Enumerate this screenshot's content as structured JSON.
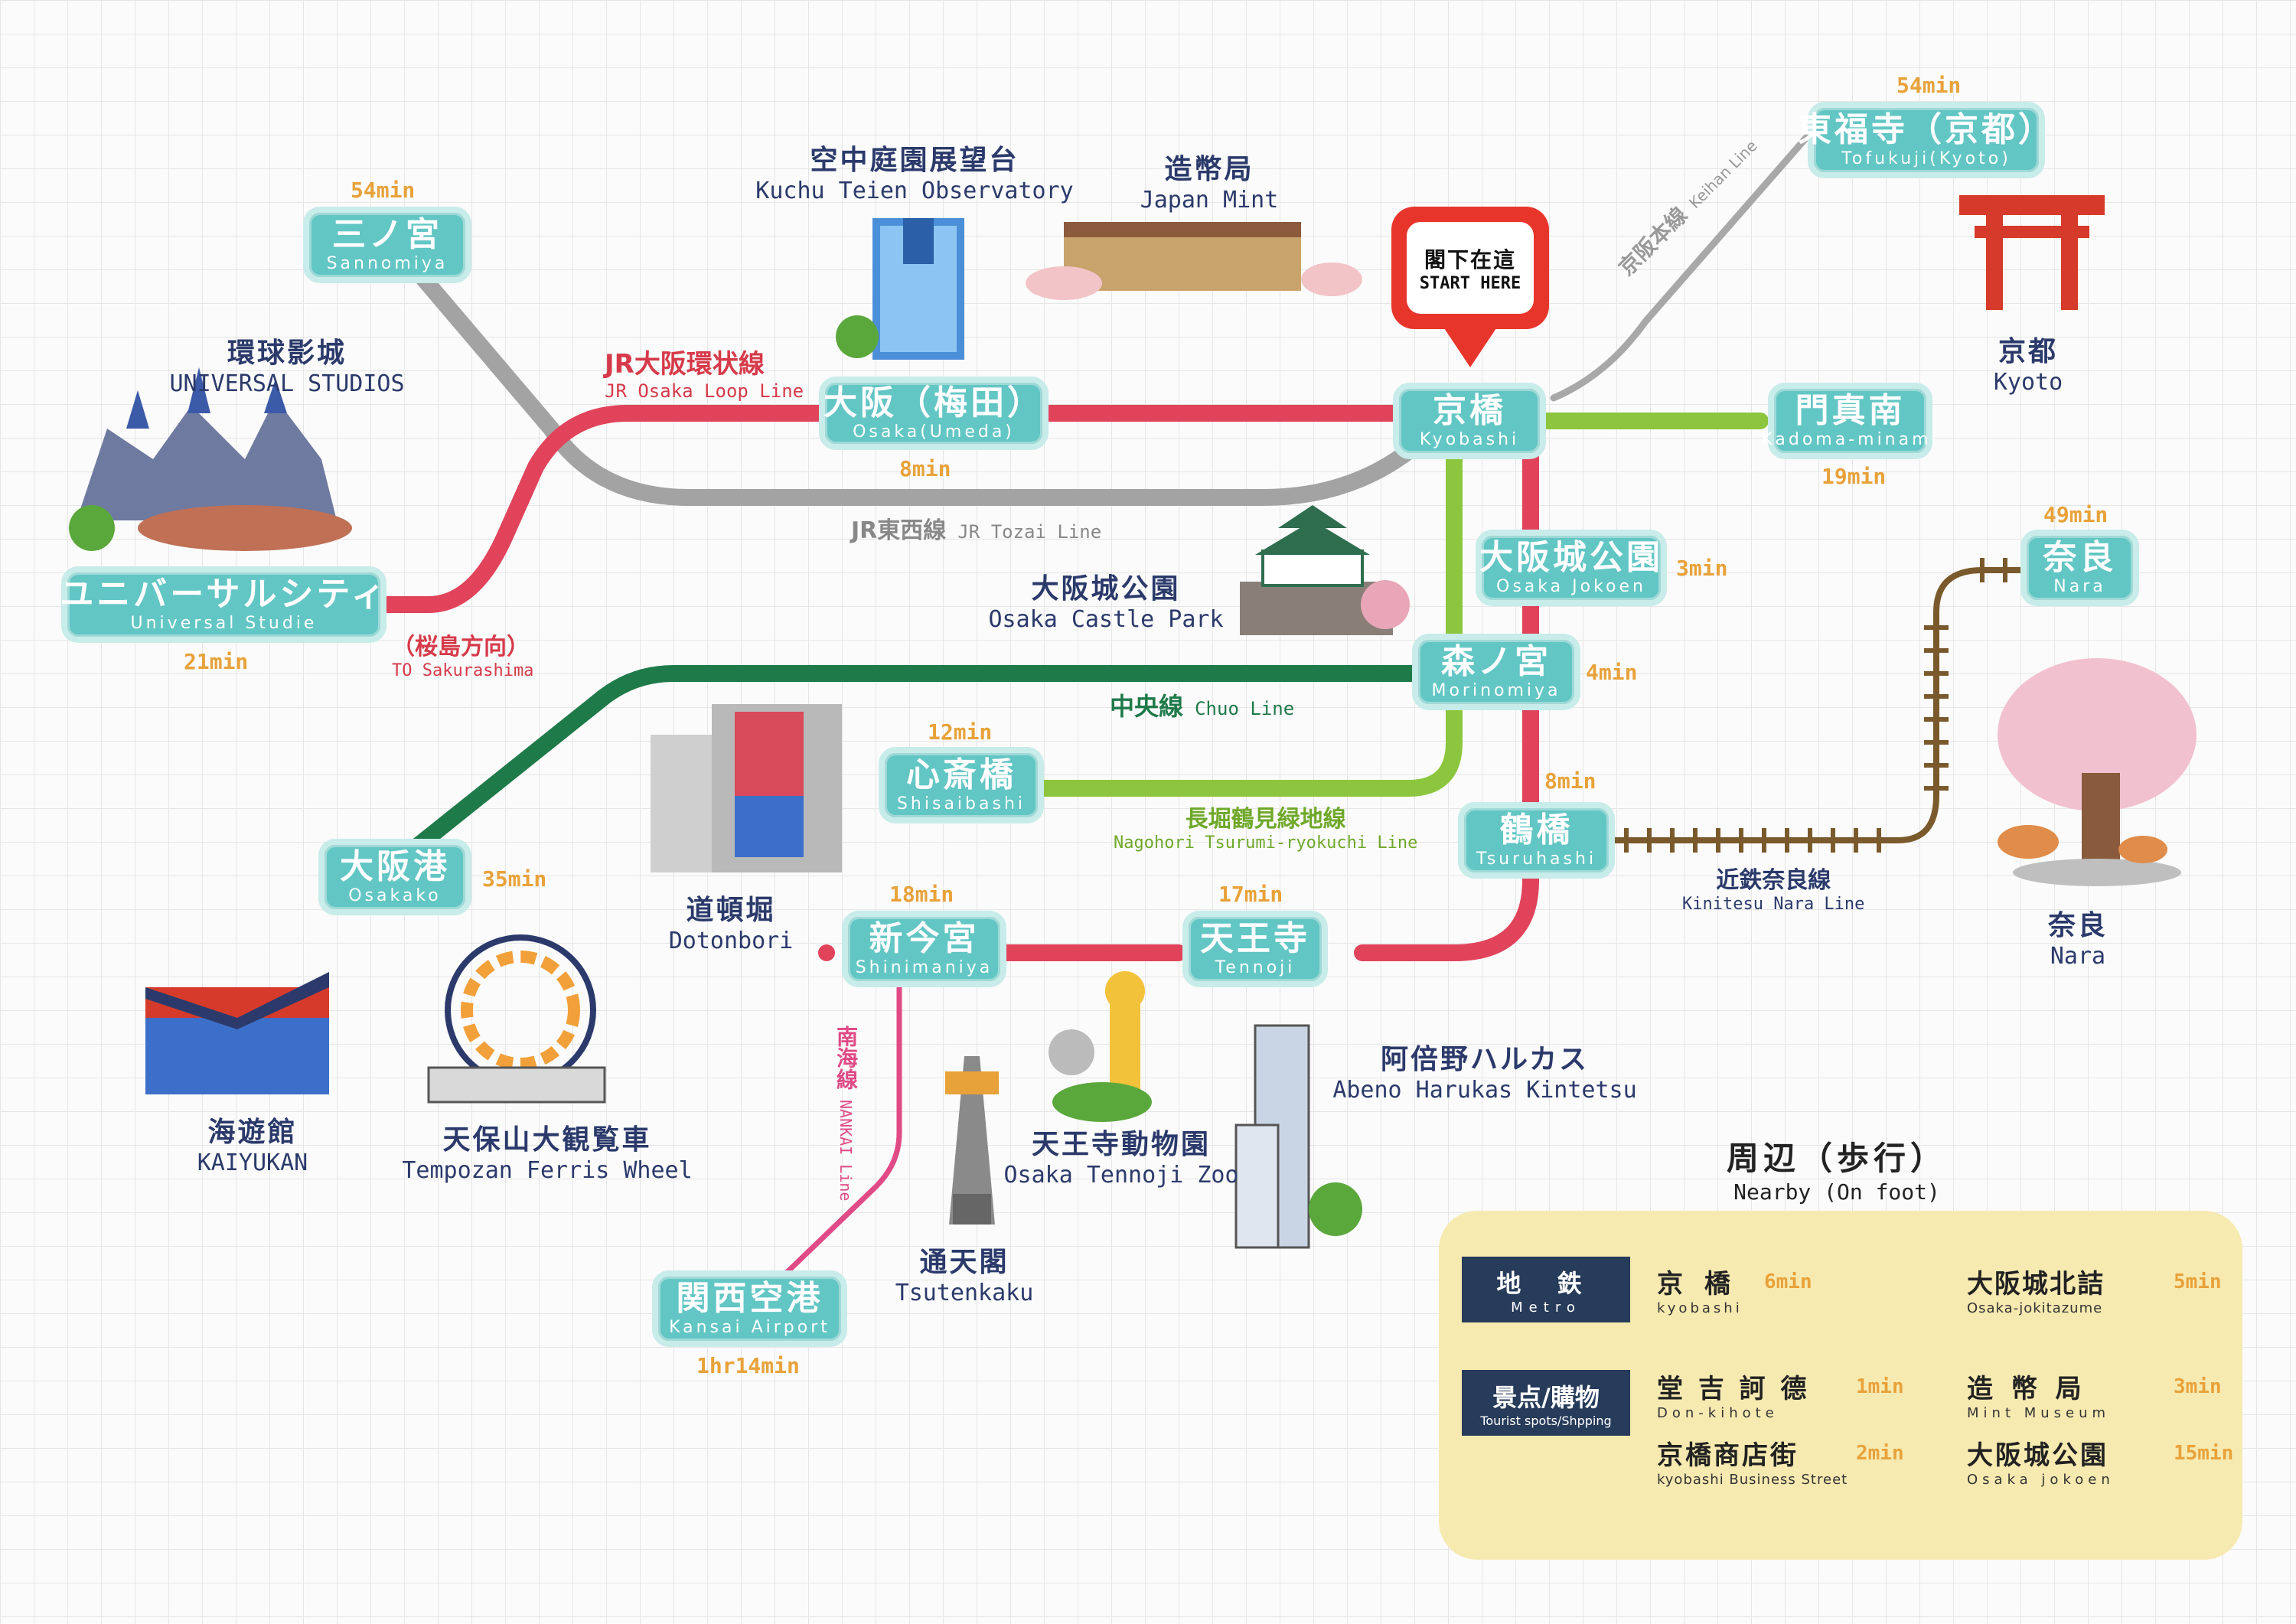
{
  "map": {
    "start_pin": {
      "jp": "閣下在這",
      "en": "START HERE"
    },
    "lines": {
      "jr_loop": {
        "jp": "JR大阪環状線",
        "en": "JR Osaka Loop Line",
        "color": "#e0435a"
      },
      "jr_tozai": {
        "jp": "JR東西線",
        "en": "JR Tozai Line",
        "color": "#a3a3a3"
      },
      "keihan": {
        "jp": "京阪本線",
        "en": "Keihan Line",
        "color": "#a3a3a3"
      },
      "chuo": {
        "jp": "中央線",
        "en": "Chuo Line",
        "color": "#1f7a4a"
      },
      "nagahori": {
        "jp": "長堀鶴見緑地線",
        "en": "Nagohori Tsurumi-ryokuchi Line",
        "color": "#8cc63f"
      },
      "kintetsu": {
        "jp": "近鉄奈良線",
        "en": "Kinitesu Nara Line",
        "color": "#7a5a2c"
      },
      "nankai": {
        "jp": "南海線",
        "en": "NANKAI Line",
        "color": "#e04a86"
      },
      "sakurashima": {
        "jp": "（桜島方向）",
        "en": "TO Sakurashima"
      }
    },
    "stations": {
      "kyobashi": {
        "jp": "京橋",
        "en": "Kyobashi"
      },
      "umeda": {
        "jp": "大阪（梅田）",
        "en": "Osaka(Umeda)",
        "time": "8min"
      },
      "sannomiya": {
        "jp": "三ノ宮",
        "en": "Sannomiya",
        "time": "54min"
      },
      "universal": {
        "jp": "ユニバーサルシティ",
        "en": "Universal Studie",
        "time": "21min"
      },
      "tofukuji": {
        "jp": "東福寺（京都）",
        "en": "Tofukuji(Kyoto)",
        "time": "54min"
      },
      "kadoma": {
        "jp": "門真南",
        "en": "Kadoma-minami",
        "time": "19min"
      },
      "osakajokoen": {
        "jp": "大阪城公園",
        "en": "Osaka Jokoen",
        "time": "3min"
      },
      "morinomiya": {
        "jp": "森ノ宮",
        "en": "Morinomiya",
        "time": "4min"
      },
      "shinsaibashi": {
        "jp": "心斎橋",
        "en": "Shisaibashi",
        "time": "12min"
      },
      "osakako": {
        "jp": "大阪港",
        "en": "Osakako",
        "time": "35min"
      },
      "tsuruhashi": {
        "jp": "鶴橋",
        "en": "Tsuruhashi",
        "time": "8min"
      },
      "nara": {
        "jp": "奈良",
        "en": "Nara",
        "time": "49min"
      },
      "tennoji": {
        "jp": "天王寺",
        "en": "Tennoji",
        "time": "17min"
      },
      "shinimamiya": {
        "jp": "新今宮",
        "en": "Shinimaniya",
        "time": "18min"
      },
      "kansai": {
        "jp": "関西空港",
        "en": "Kansai Airport",
        "time": "1hr14min"
      }
    },
    "landmarks": {
      "kuchu": {
        "jp": "空中庭園展望台",
        "en": "Kuchu Teien Observatory"
      },
      "mint": {
        "jp": "造幣局",
        "en": "Japan Mint"
      },
      "usj": {
        "jp": "環球影城",
        "en": "UNIVERSAL STUDIOS"
      },
      "kyoto": {
        "jp": "京都",
        "en": "Kyoto"
      },
      "castle": {
        "jp": "大阪城公園",
        "en": "Osaka Castle Park"
      },
      "dotonbori": {
        "jp": "道頓堀",
        "en": "Dotonbori"
      },
      "nara": {
        "jp": "奈良",
        "en": "Nara"
      },
      "kaiyukan": {
        "jp": "海遊館",
        "en": "KAIYUKAN"
      },
      "tempozan": {
        "jp": "天保山大観覧車",
        "en": "Tempozan Ferris Wheel"
      },
      "zoo": {
        "jp": "天王寺動物園",
        "en": "Osaka Tennoji Zoo"
      },
      "harukas": {
        "jp": "阿倍野ハルカス",
        "en": "Abeno Harukas Kintetsu"
      },
      "tsutenkaku": {
        "jp": "通天閣",
        "en": "Tsutenkaku"
      }
    },
    "nearby": {
      "title_jp": "周辺（歩行）",
      "title_en": "Nearby (On foot)",
      "metro": {
        "jp": "地 鉄",
        "en": "Metro",
        "items": [
          {
            "jp": "京 橋",
            "en": "kyobashi",
            "time": "6min"
          },
          {
            "jp": "大阪城北詰",
            "en": "Osaka-jokitazume",
            "time": "5min"
          }
        ]
      },
      "spots": {
        "jp": "景点/購物",
        "en": "Tourist spots/Shpping",
        "items": [
          {
            "jp": "堂 吉 訶 德",
            "en": "Don-kihote",
            "time": "1min"
          },
          {
            "jp": "造 幣 局",
            "en": "Mint Museum",
            "time": "3min"
          },
          {
            "jp": "京橋商店街",
            "en": "kyobashi Business Street",
            "time": "2min"
          },
          {
            "jp": "大阪城公園",
            "en": "Osaka jokoen",
            "time": "15min"
          }
        ]
      }
    }
  }
}
